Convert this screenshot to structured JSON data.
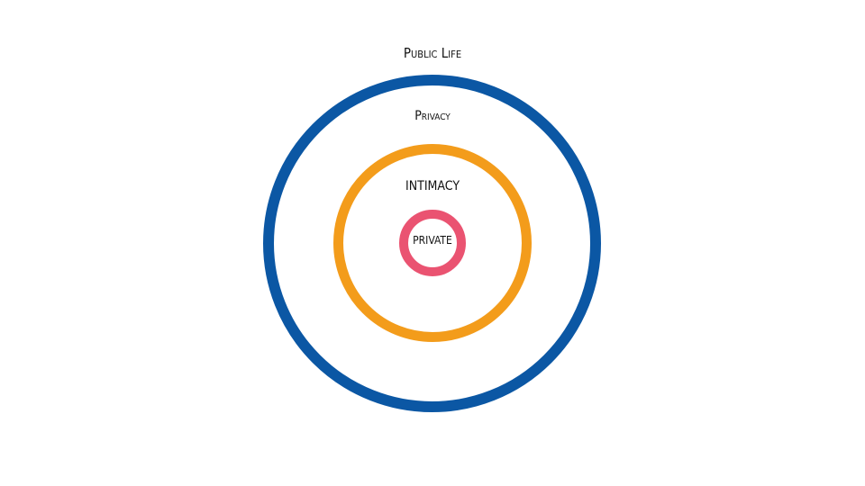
{
  "diagram": {
    "layers": [
      {
        "label": "Public Life",
        "color": "#0b57a4"
      },
      {
        "label": "Privacy",
        "color": "#0b57a4"
      },
      {
        "label": "INTIMACY",
        "color": "#f39c1b"
      },
      {
        "label": "PRIVATE",
        "color": "#ea5371"
      }
    ]
  }
}
